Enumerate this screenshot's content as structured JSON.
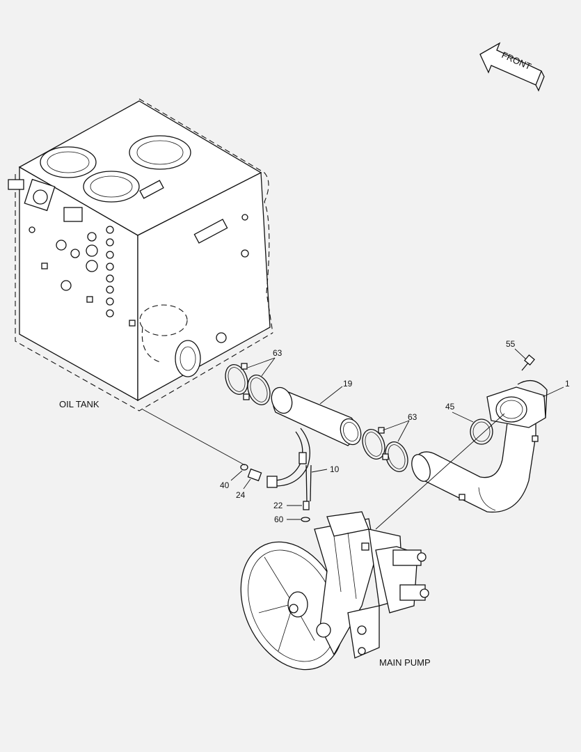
{
  "labels": {
    "front": "FRONT",
    "oil_tank": "OIL TANK",
    "main_pump": "MAIN PUMP"
  },
  "callouts": [
    "1",
    "10",
    "19",
    "22",
    "24",
    "40",
    "45",
    "55",
    "60",
    "63",
    "63"
  ]
}
